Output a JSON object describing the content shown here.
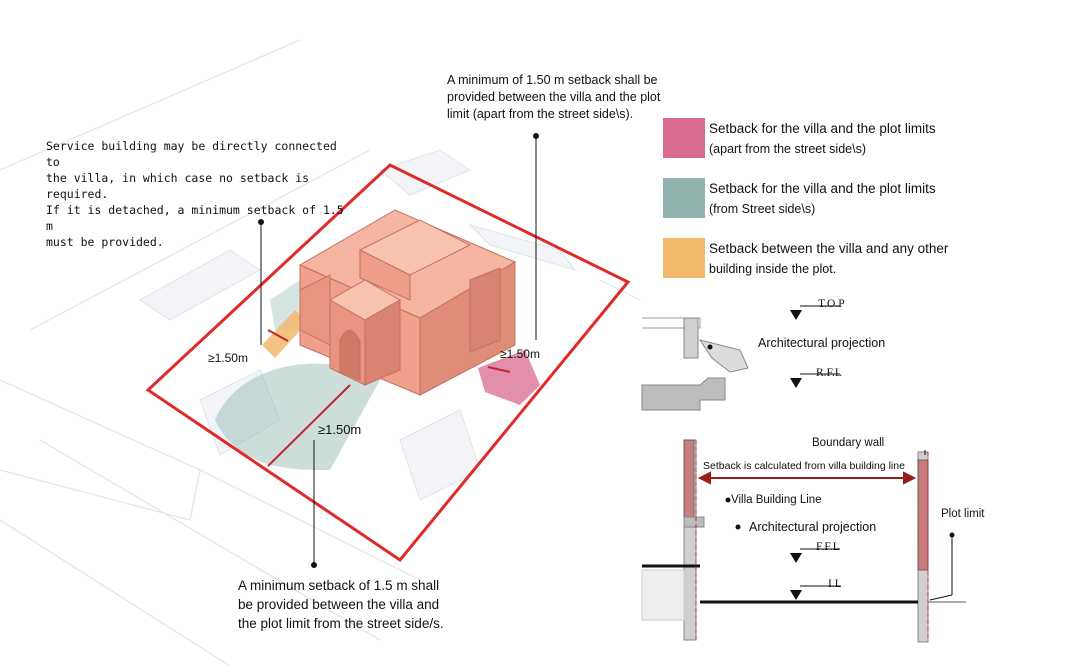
{
  "colors": {
    "plot_limit_red": "#e02a2a",
    "villa_salmon": "#f0a08a",
    "setback_pink": "#d96a8f",
    "setback_teal": "#8fb3ad",
    "setback_orange": "#f2b86c",
    "boundary_wall_red": "#c76b6b"
  },
  "annotations": {
    "top_note": [
      "A minimum of 1.50 m  setback shall be",
      "provided between the villa and the plot",
      "limit (apart from the street side\\s)."
    ],
    "left_note": [
      "Service building may be directly connected to",
      "the villa, in which case no setback is required.",
      "If it is detached, a minimum setback of 1.5 m",
      "must be provided."
    ],
    "bottom_note": [
      "A minimum setback of 1.5 m shall",
      "be provided between the villa and",
      "the plot limit from the street side/s."
    ]
  },
  "dimensions": {
    "left": "≥1.50m",
    "right": "≥1.50m",
    "front": "≥1.50m"
  },
  "legend": [
    {
      "color": "#d96a8f",
      "line1": "Setback for the villa and the plot limits",
      "line2": "(apart from the street side\\s)"
    },
    {
      "color": "#8fb3ad",
      "line1": "Setback for the villa and the plot limits",
      "line2": "(from Street side\\s)"
    },
    {
      "color": "#f2b86c",
      "line1": "Setback between the villa and any other",
      "line2": "building inside the plot."
    }
  ],
  "section": {
    "top": "T.O.P",
    "arch_projection_1": "Architectural projection",
    "rfl": "R.F.L",
    "boundary_wall": "Boundary wall",
    "setback_calc": "Setback is calculated from villa building line",
    "villa_line": "Villa Building Line",
    "arch_projection_2": "Architectural projection",
    "plot_limit": "Plot limit",
    "ffl": "F.F.L",
    "il": "I.L"
  }
}
